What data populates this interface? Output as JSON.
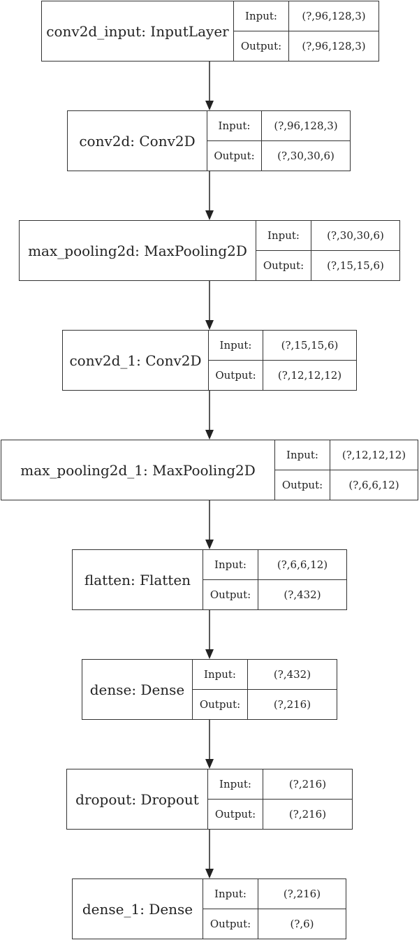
{
  "labels": {
    "input": "Input:",
    "output": "Output:"
  },
  "layers": [
    {
      "name": "conv2d_input: InputLayer",
      "input": "(?,96,128,3)",
      "output": "(?,96,128,3)"
    },
    {
      "name": "conv2d: Conv2D",
      "input": "(?,96,128,3)",
      "output": "(?,30,30,6)"
    },
    {
      "name": "max_pooling2d: MaxPooling2D",
      "input": "(?,30,30,6)",
      "output": "(?,15,15,6)"
    },
    {
      "name": "conv2d_1: Conv2D",
      "input": "(?,15,15,6)",
      "output": "(?,12,12,12)"
    },
    {
      "name": "max_pooling2d_1: MaxPooling2D",
      "input": "(?,12,12,12)",
      "output": "(?,6,6,12)"
    },
    {
      "name": "flatten: Flatten",
      "input": "(?,6,6,12)",
      "output": "(?,432)"
    },
    {
      "name": "dense: Dense",
      "input": "(?,432)",
      "output": "(?,216)"
    },
    {
      "name": "dropout: Dropout",
      "input": "(?,216)",
      "output": "(?,216)"
    },
    {
      "name": "dense_1: Dense",
      "input": "(?,216)",
      "output": "(?,6)"
    }
  ]
}
